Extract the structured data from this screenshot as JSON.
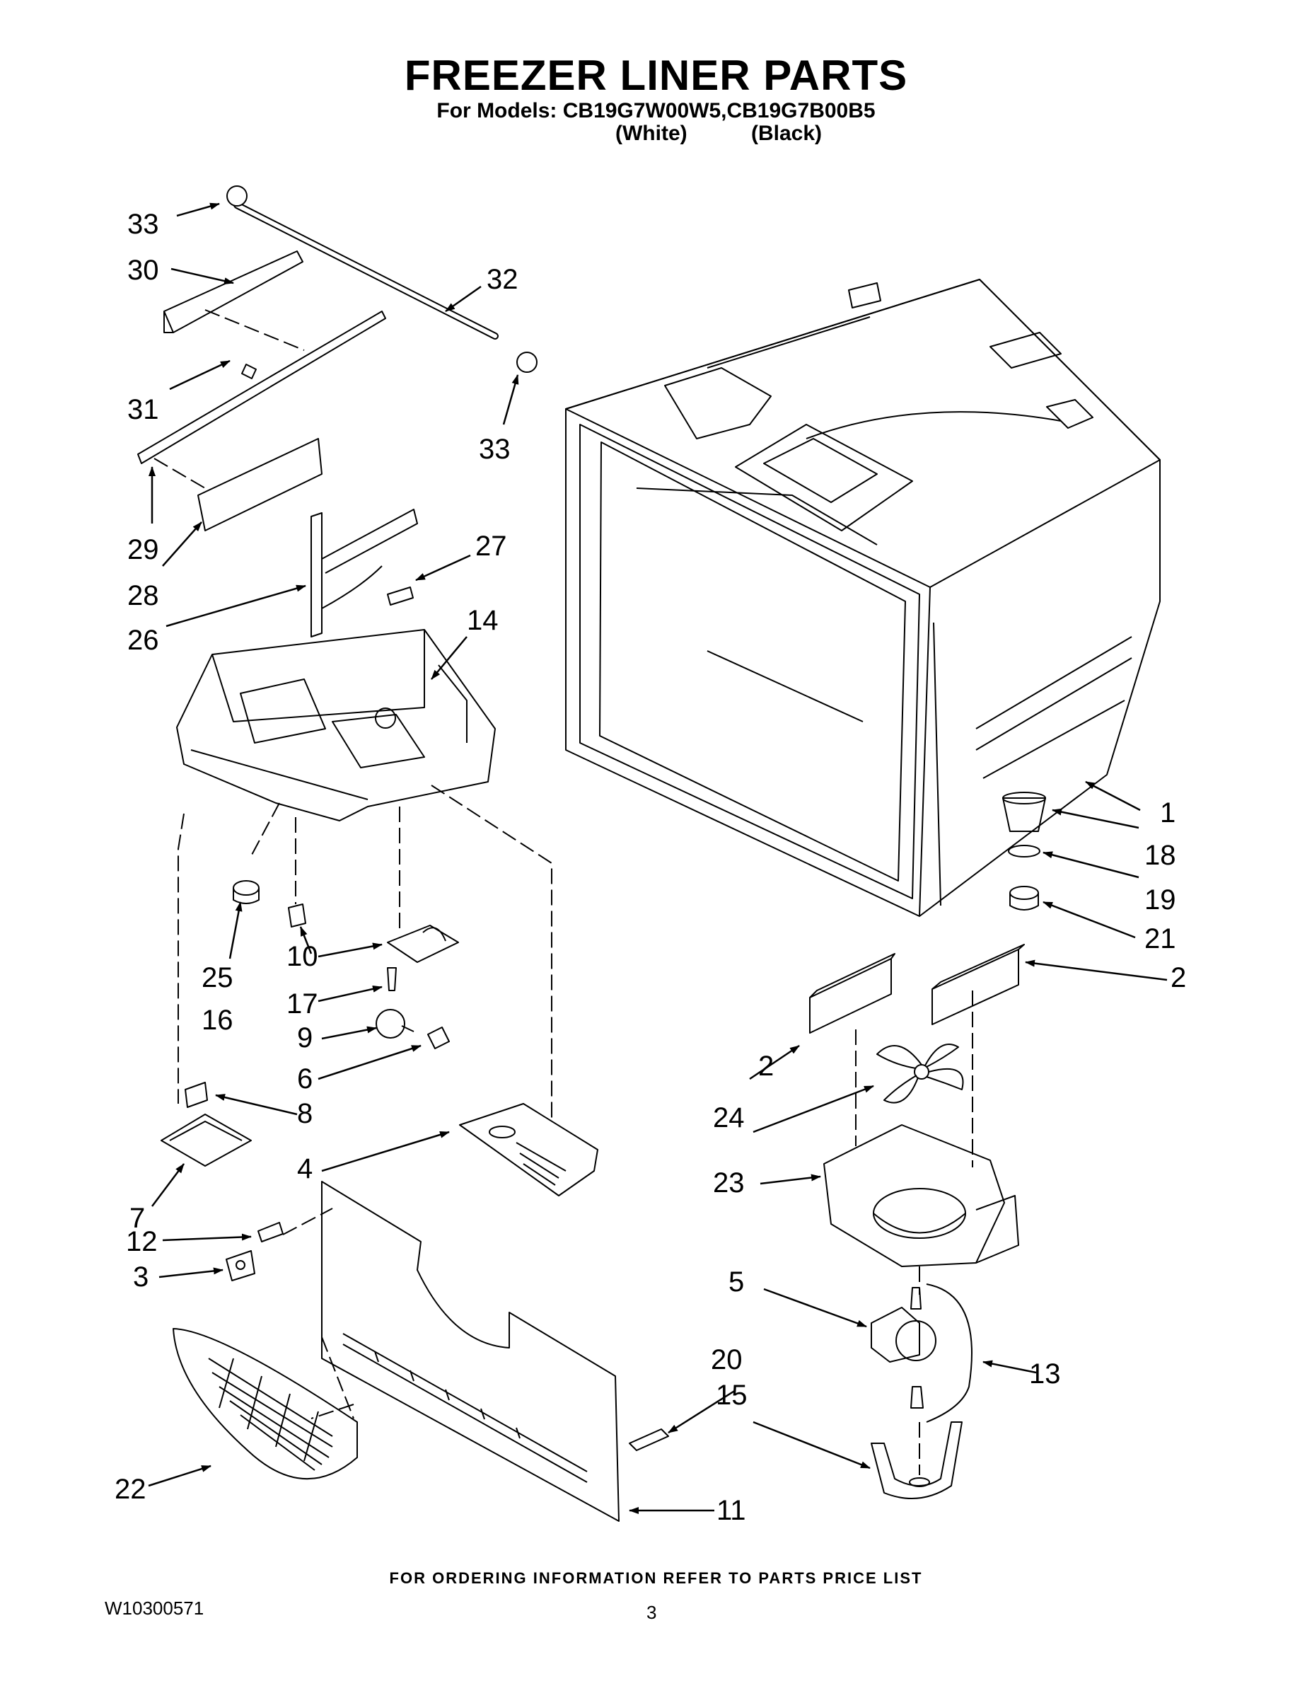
{
  "header": {
    "title": "FREEZER LINER PARTS",
    "models_line": "For Models: CB19G7W00W5,CB19G7B00B5",
    "variant_white": "(White)",
    "variant_black": "(Black)"
  },
  "parts": [
    {
      "id": "p33a",
      "label": "33"
    },
    {
      "id": "p30",
      "label": "30"
    },
    {
      "id": "p32",
      "label": "32"
    },
    {
      "id": "p31",
      "label": "31"
    },
    {
      "id": "p33b",
      "label": "33"
    },
    {
      "id": "p29",
      "label": "29"
    },
    {
      "id": "p28",
      "label": "28"
    },
    {
      "id": "p27",
      "label": "27"
    },
    {
      "id": "p26",
      "label": "26"
    },
    {
      "id": "p14",
      "label": "14"
    },
    {
      "id": "p1",
      "label": "1"
    },
    {
      "id": "p18",
      "label": "18"
    },
    {
      "id": "p19",
      "label": "19"
    },
    {
      "id": "p21",
      "label": "21"
    },
    {
      "id": "p25",
      "label": "25"
    },
    {
      "id": "p10",
      "label": "10"
    },
    {
      "id": "p16",
      "label": "16"
    },
    {
      "id": "p17",
      "label": "17"
    },
    {
      "id": "p2a",
      "label": "2"
    },
    {
      "id": "p9",
      "label": "9"
    },
    {
      "id": "p2b",
      "label": "2"
    },
    {
      "id": "p6",
      "label": "6"
    },
    {
      "id": "p24",
      "label": "24"
    },
    {
      "id": "p8",
      "label": "8"
    },
    {
      "id": "p4",
      "label": "4"
    },
    {
      "id": "p23",
      "label": "23"
    },
    {
      "id": "p7",
      "label": "7"
    },
    {
      "id": "p12",
      "label": "12"
    },
    {
      "id": "p3",
      "label": "3"
    },
    {
      "id": "p5",
      "label": "5"
    },
    {
      "id": "p13",
      "label": "13"
    },
    {
      "id": "p20",
      "label": "20"
    },
    {
      "id": "p15",
      "label": "15"
    },
    {
      "id": "p22",
      "label": "22"
    },
    {
      "id": "p11",
      "label": "11"
    }
  ],
  "footer": {
    "ordering_note": "FOR ORDERING INFORMATION REFER TO PARTS PRICE LIST",
    "doc_number": "W10300571",
    "page_number": "3"
  }
}
